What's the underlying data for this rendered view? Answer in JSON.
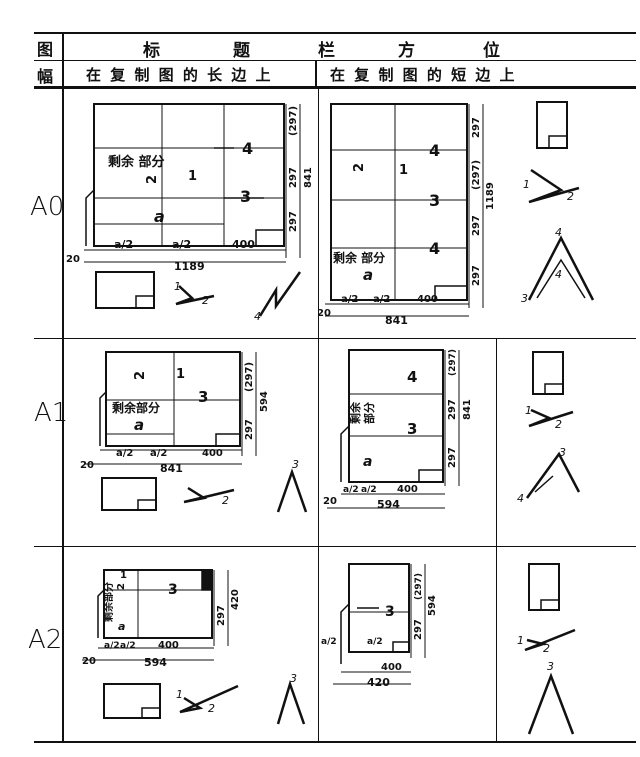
{
  "header": {
    "col1_top": "图",
    "col1_bottom": "幅",
    "main_title_chars": [
      "标",
      "题",
      "栏",
      "方",
      "位"
    ],
    "sub_long": "在 复 制 图 的 长 边 上",
    "sub_short": "在 复 制 图 的 短 边 上"
  },
  "rows": [
    {
      "label": "A0",
      "long": {
        "remain": "剩余 部分",
        "a": "a",
        "n1": "1",
        "n2": "2",
        "n3": "3",
        "n4": "4",
        "d1": "a/2",
        "d2": "a/2",
        "d3": "400",
        "total": "1189",
        "margin": "20",
        "v1": "(297)",
        "v2": "297",
        "v3": "297",
        "vtot": "841"
      },
      "short": {
        "remain": "剩余 部分",
        "a": "a",
        "n1": "1",
        "n2": "2",
        "n3": "3",
        "n4a": "4",
        "n4b": "4",
        "d1": "a/2",
        "d2": "a/2",
        "d3": "400",
        "total": "841",
        "margin": "20",
        "v1": "297",
        "v2": "(297)",
        "v3": "297",
        "v4": "297",
        "vtot": "1189"
      },
      "fold": {
        "n1": "1",
        "n2": "2",
        "n3": "3",
        "n4": "4"
      }
    },
    {
      "label": "A1",
      "long": {
        "remain": "剩余部分",
        "a": "a",
        "n1": "1",
        "n2": "2",
        "n3": "3",
        "d1": "a/2",
        "d2": "a/2",
        "d3": "400",
        "total": "841",
        "margin": "20",
        "v1": "(297)",
        "v2": "297",
        "vtot": "594"
      },
      "short": {
        "remain1": "剩余",
        "remain2": "部分",
        "a": "a",
        "n3": "3",
        "n4": "4",
        "d1": "a/2",
        "d2": "a/2",
        "d3": "400",
        "total": "594",
        "margin": "20",
        "v1": "(297)",
        "v2": "297",
        "v3": "297",
        "vtot": "841"
      },
      "fold": {
        "n1": "1",
        "n2": "2",
        "n3": "3",
        "n4": "4"
      }
    },
    {
      "label": "A2",
      "long": {
        "remain": "剩余部分",
        "a": "a",
        "n1": "1",
        "n2": "2",
        "n3": "3",
        "d1": "a/2",
        "d2": "a/2",
        "d3": "400",
        "total": "594",
        "margin": "20",
        "v1": "297",
        "vtot": "420"
      },
      "short": {
        "n3": "3",
        "d1": "a/2",
        "d2": "a/2",
        "d3": "400",
        "total": "420",
        "v1": "(297)",
        "v2": "297",
        "vtot": "594"
      },
      "fold": {
        "n1": "1",
        "n2": "2",
        "n3": "3"
      }
    }
  ]
}
